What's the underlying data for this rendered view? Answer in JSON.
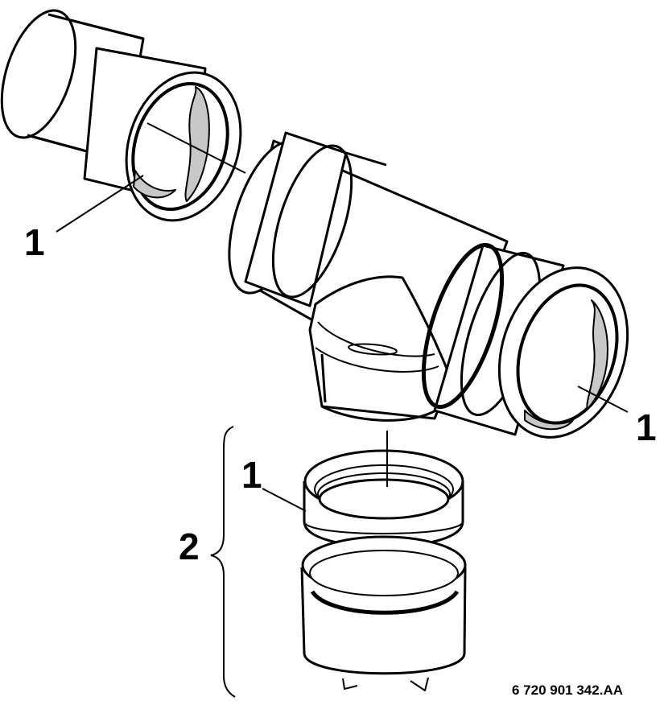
{
  "figure": {
    "callouts": {
      "seal_left": "1",
      "seal_right": "1",
      "seal_bottom": "1",
      "trap_assembly": "2"
    },
    "document_number": "6 720 901 342.AA"
  },
  "colors": {
    "line": "#000000",
    "body": "#ffffff",
    "seal": "#c8c8c8"
  }
}
